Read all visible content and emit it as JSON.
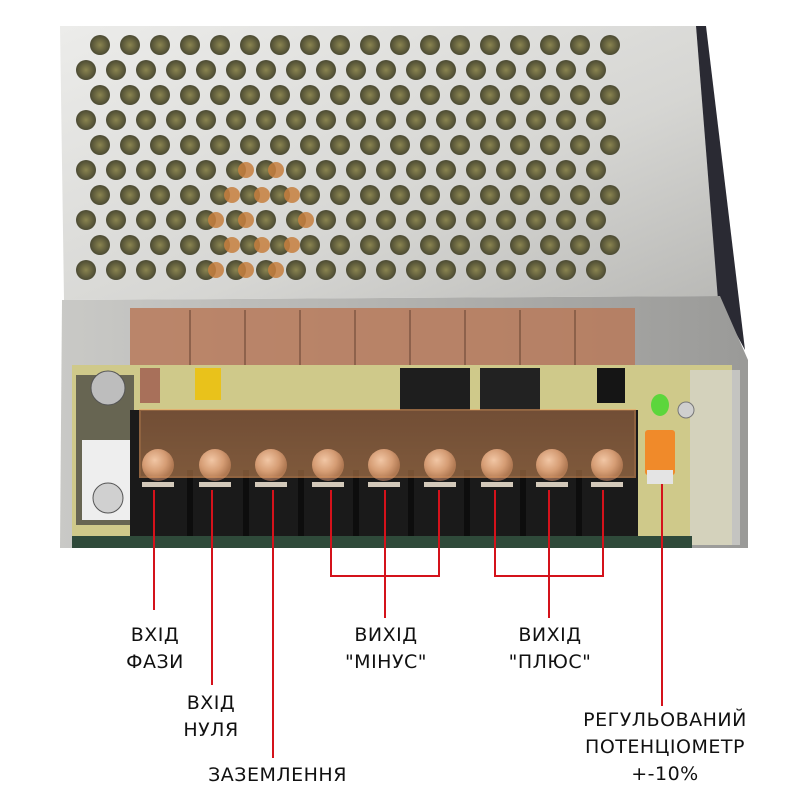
{
  "diagram": {
    "subject": "Metal-case switching power supply, terminal block view",
    "terminal_count": 9,
    "colors": {
      "wire": "#d4121b",
      "case_metal": "#d8d8d6",
      "terminal_block": "#1a1a1a",
      "terminal_cover": "#e08a48",
      "pcb": "#cfc98a",
      "led": "#5cd63c",
      "potentiometer": "#f08a2a"
    }
  },
  "labels": {
    "phase_input": {
      "line1": "ВХІД",
      "line2": "ФАЗИ"
    },
    "neutral_input": {
      "line1": "ВХІД",
      "line2": "НУЛЯ"
    },
    "ground": {
      "line1": "ЗАЗЕМЛЕННЯ"
    },
    "output_minus": {
      "line1": "ВИХІД",
      "line2": "\"МІНУС\""
    },
    "output_plus": {
      "line1": "ВИХІД",
      "line2": "\"ПЛЮС\""
    },
    "potentiometer": {
      "line1": "РЕГУЛЬОВАНИЙ",
      "line2": "ПОТЕНЦІОМЕТР",
      "line3": "+-10%"
    }
  }
}
